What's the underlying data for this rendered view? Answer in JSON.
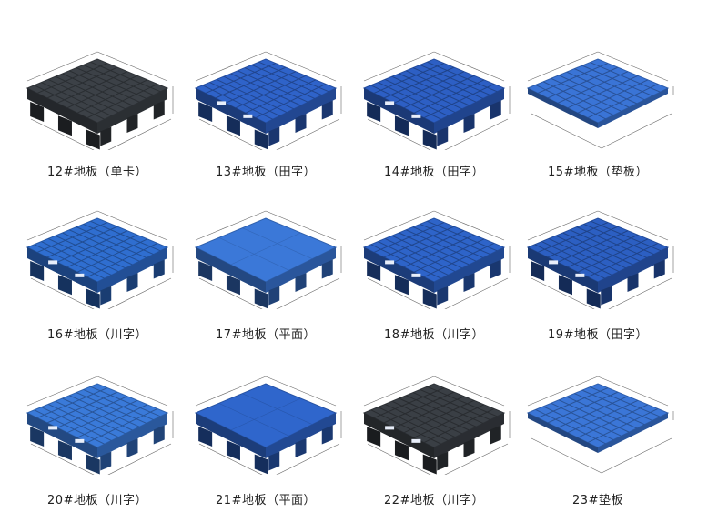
{
  "items": [
    {
      "label": "12#地板（单卡）",
      "color": "#3c4147",
      "style": "grid",
      "feet": 3
    },
    {
      "label": "13#地板（田字）",
      "color": "#2f63c9",
      "style": "holes",
      "feet": 3
    },
    {
      "label": "14#地板（田字）",
      "color": "#2d5fc4",
      "style": "holes",
      "feet": 3
    },
    {
      "label": "15#地板（垫板）",
      "color": "#3a74d6",
      "style": "flat",
      "feet": 0
    },
    {
      "label": "16#地板（川字）",
      "color": "#2f6ed0",
      "style": "runner",
      "feet": 3
    },
    {
      "label": "17#地板（平面）",
      "color": "#3b78d8",
      "style": "plain",
      "feet": 3
    },
    {
      "label": "18#地板（川字）",
      "color": "#2e64c9",
      "style": "runner",
      "feet": 3
    },
    {
      "label": "19#地板（田字）",
      "color": "#2c5fc2",
      "style": "holes",
      "feet": 3
    },
    {
      "label": "20#地板（川字）",
      "color": "#3a7ad9",
      "style": "runner",
      "feet": 3
    },
    {
      "label": "21#地板（平面）",
      "color": "#2f66cc",
      "style": "plain",
      "feet": 3
    },
    {
      "label": "22#地板（川字）",
      "color": "#3a3f45",
      "style": "runner",
      "feet": 3
    },
    {
      "label": "23#垫板",
      "color": "#3b76d7",
      "style": "flat",
      "feet": 0
    }
  ]
}
